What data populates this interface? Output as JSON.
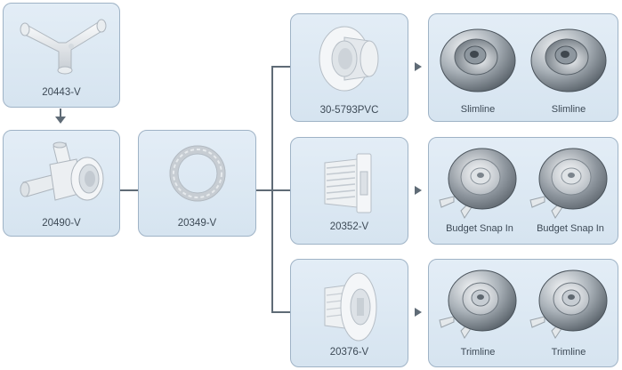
{
  "parts": {
    "p20443": {
      "label": "20443-V",
      "icon": "y-fitting-icon"
    },
    "p20490": {
      "label": "20490-V",
      "icon": "jet-body-icon"
    },
    "p20349": {
      "label": "20349-V",
      "icon": "gasket-ring-icon"
    },
    "p30_5793": {
      "label": "30-5793PVC",
      "icon": "wall-fitting-icon"
    },
    "p20352": {
      "label": "20352-V",
      "icon": "threaded-fitting-icon"
    },
    "p20376": {
      "label": "20376-V",
      "icon": "flanged-fitting-icon"
    }
  },
  "jets": {
    "slimline": {
      "left": "Slimline",
      "right": "Slimline",
      "icon": "slimline-jet-icon"
    },
    "budget": {
      "left": "Budget Snap In",
      "right": "Budget Snap In",
      "icon": "snap-in-jet-icon"
    },
    "trimline": {
      "left": "Trimline",
      "right": "Trimline",
      "icon": "trimline-jet-icon"
    }
  },
  "colors": {
    "box_fill": "#dae6f1",
    "box_border": "#9fb3c6",
    "connector": "#5f6b76",
    "chrome": "#9aa3ab",
    "pvc": "#eef0f2"
  }
}
